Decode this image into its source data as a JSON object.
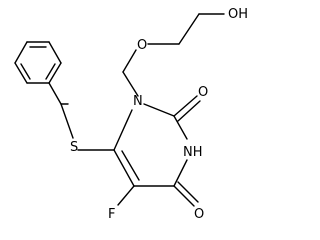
{
  "molecule": {
    "atoms": {
      "oh": "OH",
      "ether_o": "O",
      "n1": "N",
      "o2": "O",
      "nh": "NH",
      "o4": "O",
      "s": "S",
      "f": "F"
    }
  }
}
